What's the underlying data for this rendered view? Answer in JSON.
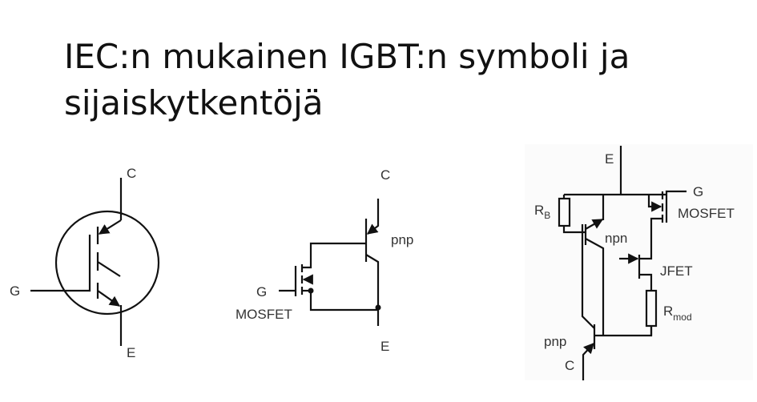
{
  "slide": {
    "title_line1": "IEC:n mukainen IGBT:n symboli ja",
    "title_line2": "sijaiskytkentöjä"
  },
  "diagram_iec_symbol": {
    "collector": "C",
    "gate": "G",
    "emitter": "E"
  },
  "diagram_mosfet_pnp": {
    "collector": "C",
    "gate": "G",
    "emitter": "E",
    "mosfet": "MOSFET",
    "pnp": "pnp"
  },
  "diagram_full_equivalent": {
    "emitter": "E",
    "gate": "G",
    "mosfet": "MOSFET",
    "rb": "R",
    "rb_sub": "B",
    "npn": "npn",
    "jfet": "JFET",
    "rmod": "R",
    "rmod_sub": "mod",
    "pnp": "pnp",
    "collector": "C"
  }
}
